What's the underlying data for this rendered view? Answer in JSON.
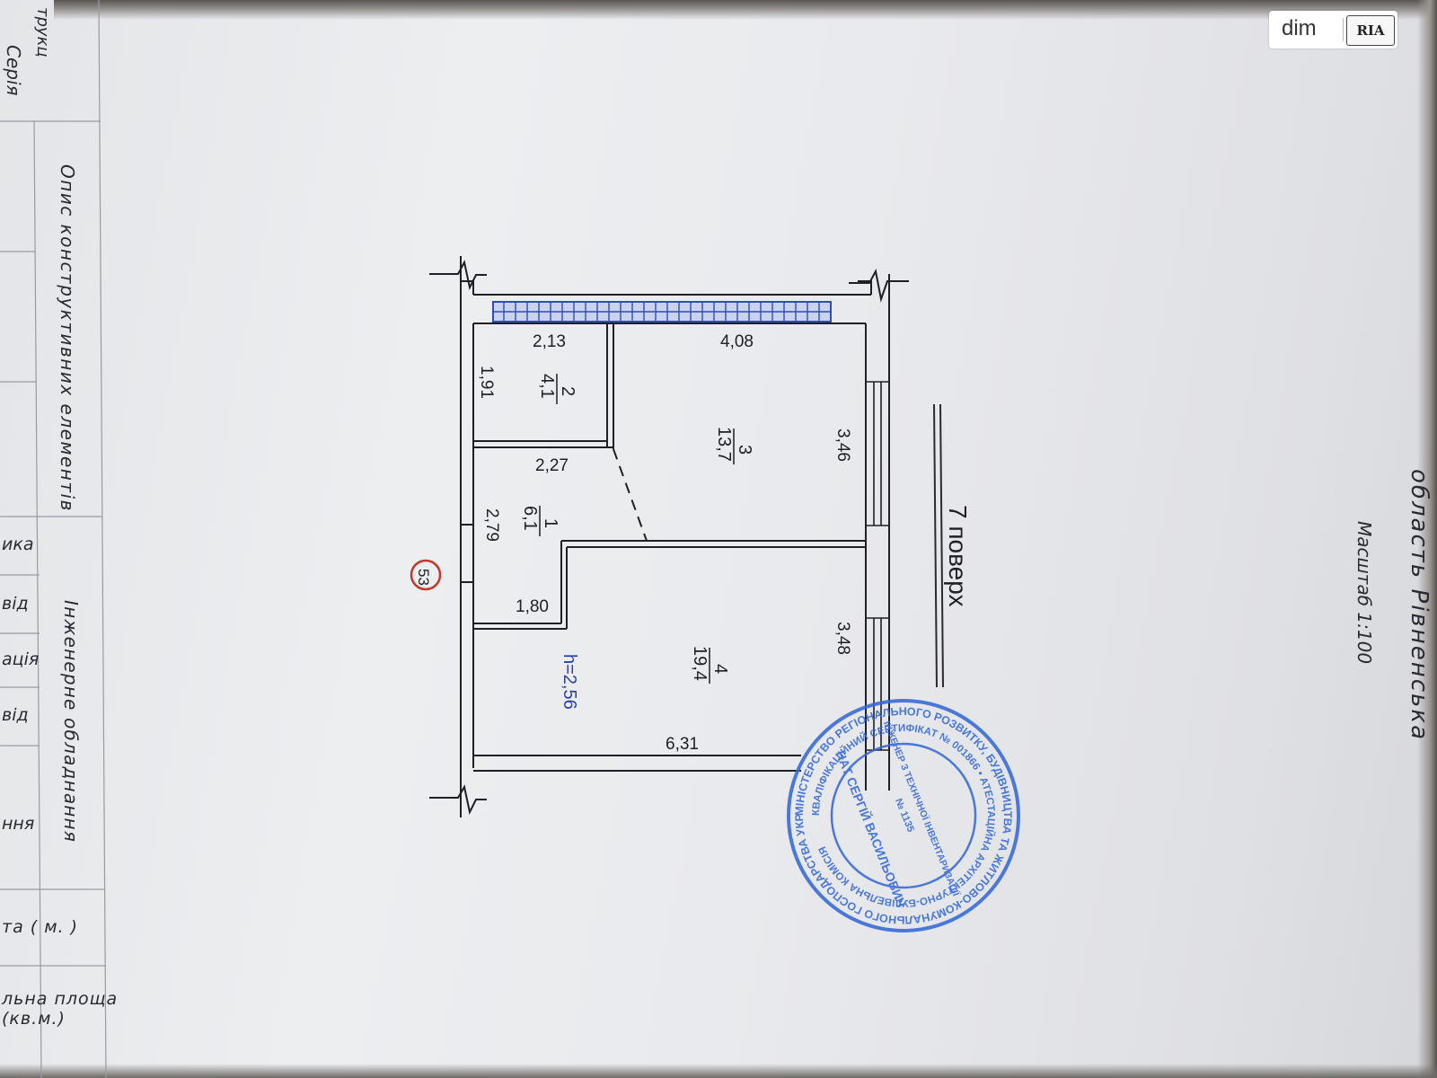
{
  "floor_label": "7 поверх",
  "ceiling_height": "h=2,56",
  "unit_number": "53",
  "rooms": [
    {
      "number": "1",
      "area": "6,1"
    },
    {
      "number": "2",
      "area": "4,1"
    },
    {
      "number": "3",
      "area": "13,7"
    },
    {
      "number": "4",
      "area": "19,4"
    }
  ],
  "dimensions": {
    "room2_width": "2,13",
    "room2_depth": "1,91",
    "room3_width": "4,08",
    "room1_width": "2,27",
    "room1_depth": "2,79",
    "corridor_step": "1,80",
    "room3_wall": "3,46",
    "room4_wall": "3,48",
    "room4_width": "6,31"
  },
  "left_form": {
    "series": "Серія",
    "description": "Опис конструктивних елементів",
    "engineering": "Інженерне обладнання",
    "top_fragment": "трукц",
    "row_1": "ика",
    "row_2": "від",
    "row_3": "ація",
    "row_4": "від",
    "row_5": "ння",
    "row_6": "та ( м. )",
    "row_7": "льна площа",
    "row_8": "(кв.м.)"
  },
  "right_text": {
    "region": "область Рівненська",
    "scale": "Масштаб 1:100"
  },
  "stamp_lines": [
    "МІНІСТЕРСТВО РЕГІОНАЛЬНОГО РОЗВИТКУ, БУДІВНИЦТВА ТА ЖИТЛОВО-КОМУНАЛЬНОГО ГОСПОДАРСТВА УКРАЇНИ",
    "КВАЛІФІКАЦІЙНИЙ СЕРТИФІКАТ № 001866 • АТЕСТАЦІЙНА АРХІТЕКТУРНО-БУДІВЕЛЬНА КОМІСІЯ",
    "ІНЖЕНЕР З ТЕХНІЧНОЇ ІНВЕНТАРИЗАЦІЇ",
    "№ 1135",
    "НАТ СЕРГІЙ ВАСИЛЬОВИЧ"
  ],
  "watermark": {
    "brand": "dim",
    "partner": "RIA"
  },
  "colors": {
    "stamp": "#3568d8",
    "unit_circle": "#c0392b",
    "ceiling_text": "#2c3fa8",
    "window_blue": "#2b4fb3"
  }
}
